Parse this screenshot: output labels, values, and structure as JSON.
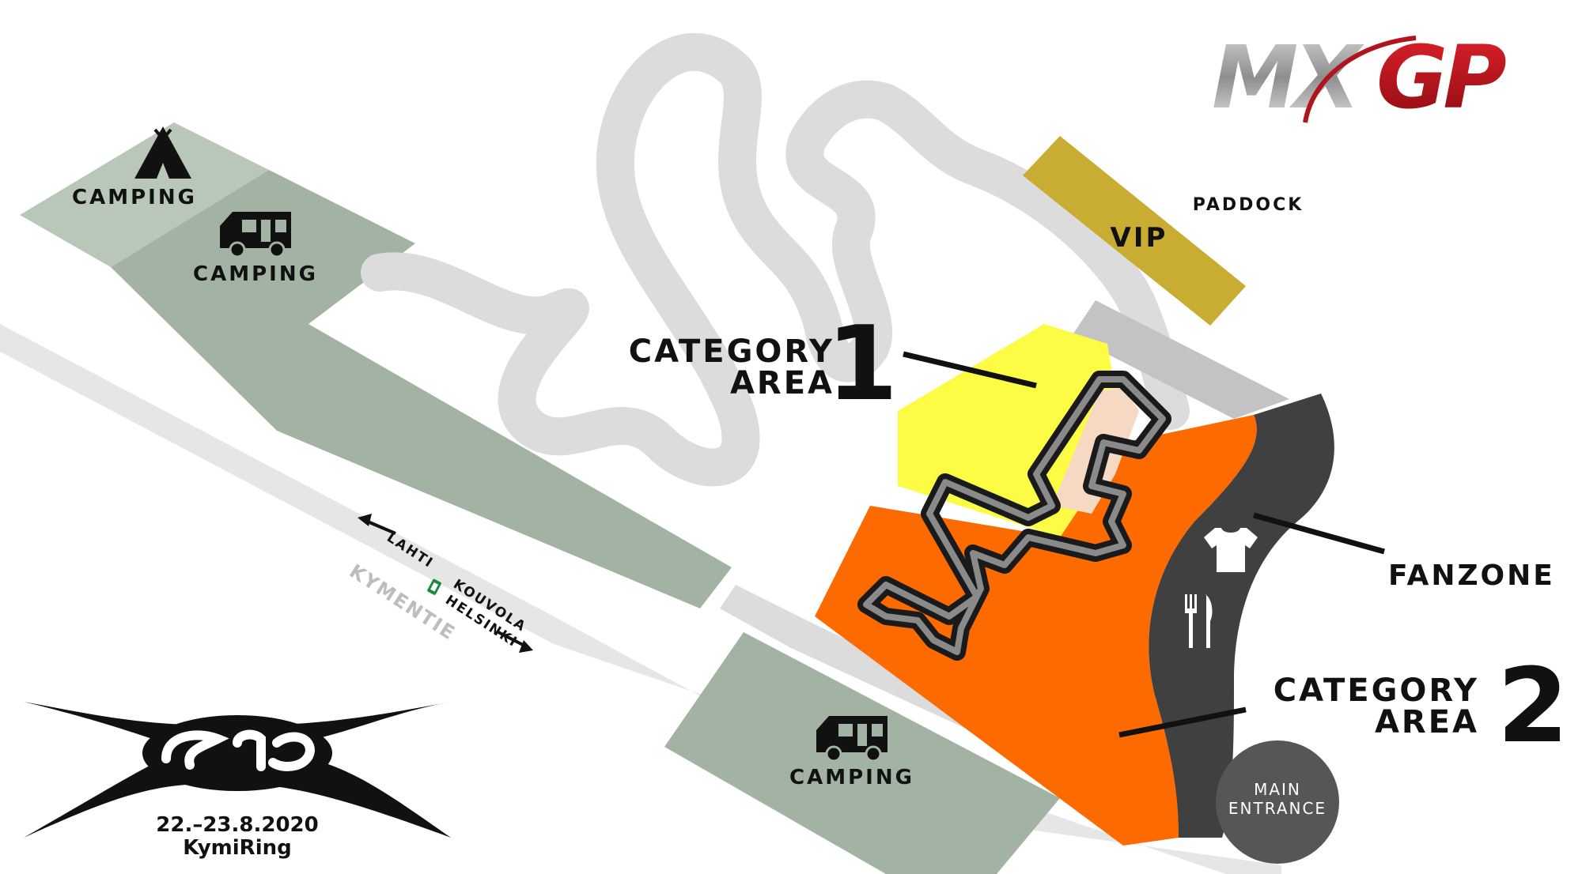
{
  "logo": {
    "text_left": "MX",
    "text_right": "GP",
    "brand_color": "#c0141c"
  },
  "areas": {
    "camping_tent": "CAMPING",
    "camping_rv_top": "CAMPING",
    "camping_rv_bottom": "CAMPING",
    "vip": "VIP",
    "paddock": "PADDOCK",
    "category_area_1": {
      "line1": "CATEGORY",
      "line2": "AREA",
      "number": "1"
    },
    "category_area_2": {
      "line1": "CATEGORY",
      "line2": "AREA",
      "number": "2"
    },
    "fanzone": "FANZONE",
    "main_entrance": {
      "line1": "MAIN",
      "line2": "ENTRANCE"
    }
  },
  "roads": {
    "kymentie": "KYMENTIE",
    "lahti": "LAHTI",
    "kouvola": "KOUVOLA",
    "helsinki": "HELSINKI"
  },
  "event": {
    "dates": "22.–23.8.2020",
    "venue": "KymiRing"
  },
  "icons": [
    "tent-icon",
    "camper-van-icon",
    "tshirt-icon",
    "fork-knife-icon",
    "arrow-icon",
    "highway-sign-icon"
  ],
  "colors": {
    "camping": "#a3b3a3",
    "camping_light": "#b9c7b9",
    "vip": "#c9ad33",
    "cat1": "#fcfc45",
    "cat2": "#fd6a00",
    "fanzone": "#404040",
    "track": "#dcdcdc",
    "entrance": "#565656"
  }
}
